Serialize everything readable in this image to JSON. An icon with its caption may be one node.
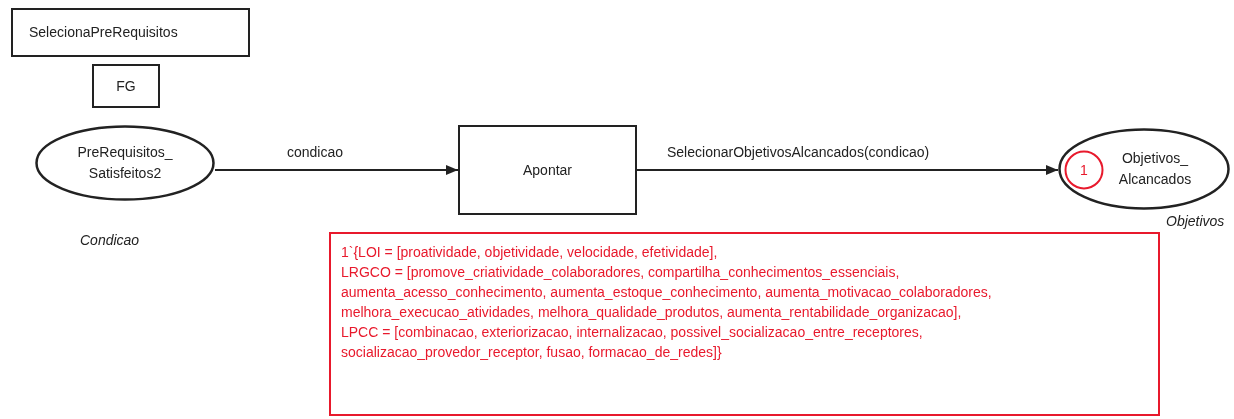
{
  "diagram": {
    "nodes": [
      {
        "text": [
          "SelecionaPreRequisitos"
        ]
      },
      {
        "text": [
          "FG"
        ]
      },
      {
        "text": [
          "PreRequisitos_ Satisfeitos2"
        ],
        "beside": [
          "Condicao"
        ]
      },
      {
        "text": [
          "Apontar"
        ]
      },
      {
        "text": [
          "Objetivos_ Alcancados"
        ],
        "beside": [
          "Objetivos"
        ]
      },
      {
        "text": [
          "1"
        ],
        "in": 4
      },
      {
        "text": [
          "1`{LOI = [proatividade, objetividade, velocidade, efetividade],",
          "LRGCO = [promove_criatividade_colaboradores, compartilha_conhecimentos_essenciais, aumenta_acesso_conhecimento, aumenta_estoque_conhecimento, aumenta_motivacao_colaboradores, melhora_execucao_atividades, melhora_qualidade_produtos, aumenta_rentabilidade_organizacao],",
          "LPCC = [combinacao, exteriorizacao, internalizacao, possivel_socializacao_entre_receptores, socializacao_provedor_receptor, fusao, formacao_de_redes]}"
        ]
      }
    ],
    "edges": [
      {
        "from": 2,
        "to": 3,
        "arrow": "to",
        "label": "condicao"
      },
      {
        "from": 3,
        "to": 4,
        "arrow": "to",
        "label": "SelecionarObjetivosAlcancados(condicao)"
      }
    ]
  }
}
